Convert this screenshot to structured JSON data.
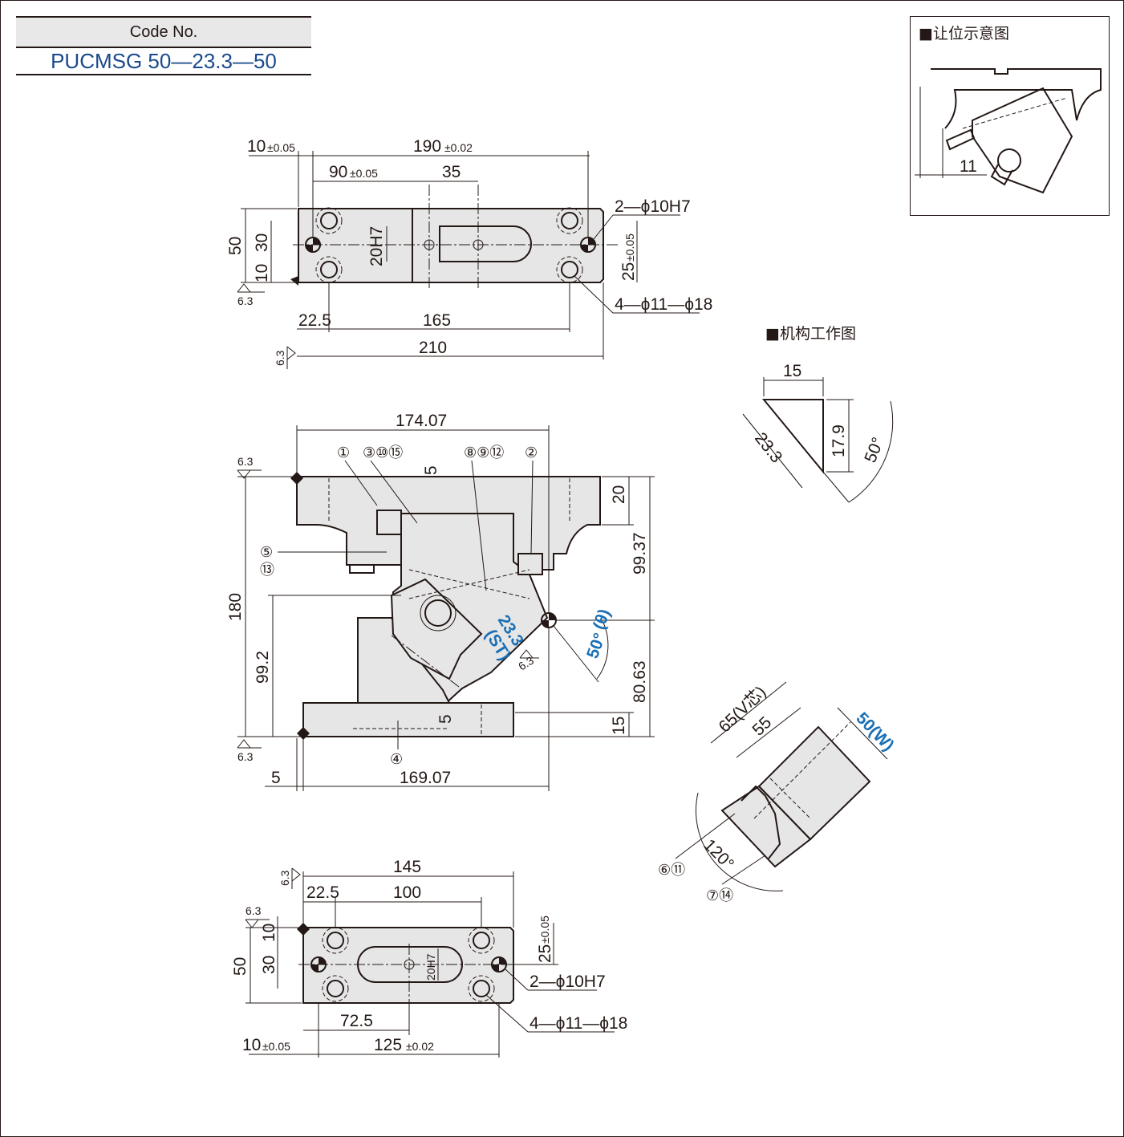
{
  "code": {
    "label": "Code No.",
    "value": "PUCMSG 50—23.3—50"
  },
  "titles": {
    "clearance": "■让位示意图",
    "mechanism": "■机构工作图"
  },
  "roughness": "6.3",
  "top_view": {
    "dim_10": "10",
    "tol_10": "±0.05",
    "dim_190": "190",
    "tol_190": "±0.02",
    "dim_90": "90",
    "tol_90": "±0.05",
    "dim_35": "35",
    "dim_50": "50",
    "dim_30": "30",
    "dim_10b": "10",
    "dim_20h7": "20H7",
    "dim_25": "25",
    "tol_25": "±0.05",
    "dim_22_5": "22.5",
    "dim_165": "165",
    "dim_210": "210",
    "note_pin": "2—ϕ10H7",
    "note_hole": "4—ϕ11—ϕ18"
  },
  "front_view": {
    "dim_174": "174.07",
    "dim_5a": "5",
    "dim_20": "20",
    "dim_99_37": "99.37",
    "dim_180": "180",
    "dim_99_2": "99.2",
    "dim_80_63": "80.63",
    "dim_15": "15",
    "dim_5b": "5",
    "dim_5c": "5",
    "dim_169": "169.07",
    "stroke": "23.3",
    "stroke_tag": "(ST)",
    "angle": "50°",
    "angle_tag": "(θ)",
    "balloons_top": [
      "①",
      "③⑩⑮",
      "⑧⑨⑫",
      "②"
    ],
    "balloon_5": "⑤",
    "balloon_13": "⑬",
    "balloon_4": "④"
  },
  "bottom_view": {
    "dim_145": "145",
    "dim_22_5": "22.5",
    "dim_100": "100",
    "dim_50": "50",
    "dim_30": "30",
    "dim_10": "10",
    "dim_20h7": "20H7",
    "dim_25": "25",
    "tol_25": "±0.05",
    "dim_72_5": "72.5",
    "dim_10b": "10",
    "tol_10b": "±0.05",
    "dim_125": "125",
    "tol_125": "±0.02",
    "note_pin": "2—ϕ10H7",
    "note_hole": "4—ϕ11—ϕ18"
  },
  "clearance": {
    "dim_11": "11"
  },
  "mechanism": {
    "dim_15": "15",
    "dim_23_3": "23.3",
    "dim_17_9": "17.9",
    "angle_50": "50°"
  },
  "v_block": {
    "dim_65": "65(V芯)",
    "dim_55": "55",
    "dim_50w": "50(W)",
    "angle_120": "120°",
    "balloon_6_11": "⑥⑪",
    "balloon_7_14": "⑦⑭"
  }
}
